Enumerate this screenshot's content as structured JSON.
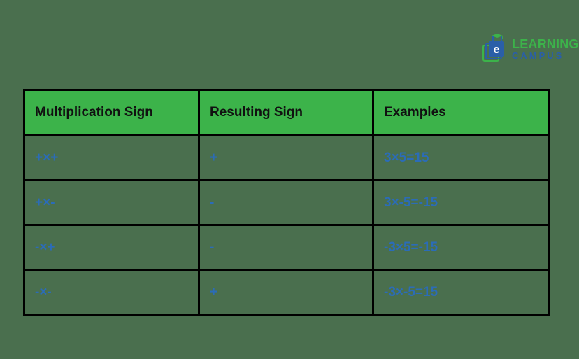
{
  "logo": {
    "name": "elearning-campus-logo",
    "primary_text": "LEARNING",
    "secondary_text": "CAMPUS",
    "prefix_letter": "e",
    "colors": {
      "green": "#3cb34a",
      "blue": "#2a5fa8"
    }
  },
  "theme": {
    "page_background": "#4a6f4e",
    "header_background": "#3cb34a",
    "cell_background": "#4a6f4e",
    "border_color": "#000000",
    "header_text_color": "#111111",
    "cell_text_color": "#2b6cb8"
  },
  "table": {
    "name": "multiplication-sign-rules-table",
    "headers": [
      "Multiplication Sign",
      "Resulting Sign",
      "Examples"
    ],
    "rows": [
      {
        "sign": "+×+",
        "result": "+",
        "example": "3×5=15"
      },
      {
        "sign": "+×-",
        "result": "-",
        "example": "3×-5=-15"
      },
      {
        "sign": "-×+",
        "result": "-",
        "example": "-3×5=-15"
      },
      {
        "sign": "-×-",
        "result": "+",
        "example": "-3×-5=15"
      }
    ]
  }
}
